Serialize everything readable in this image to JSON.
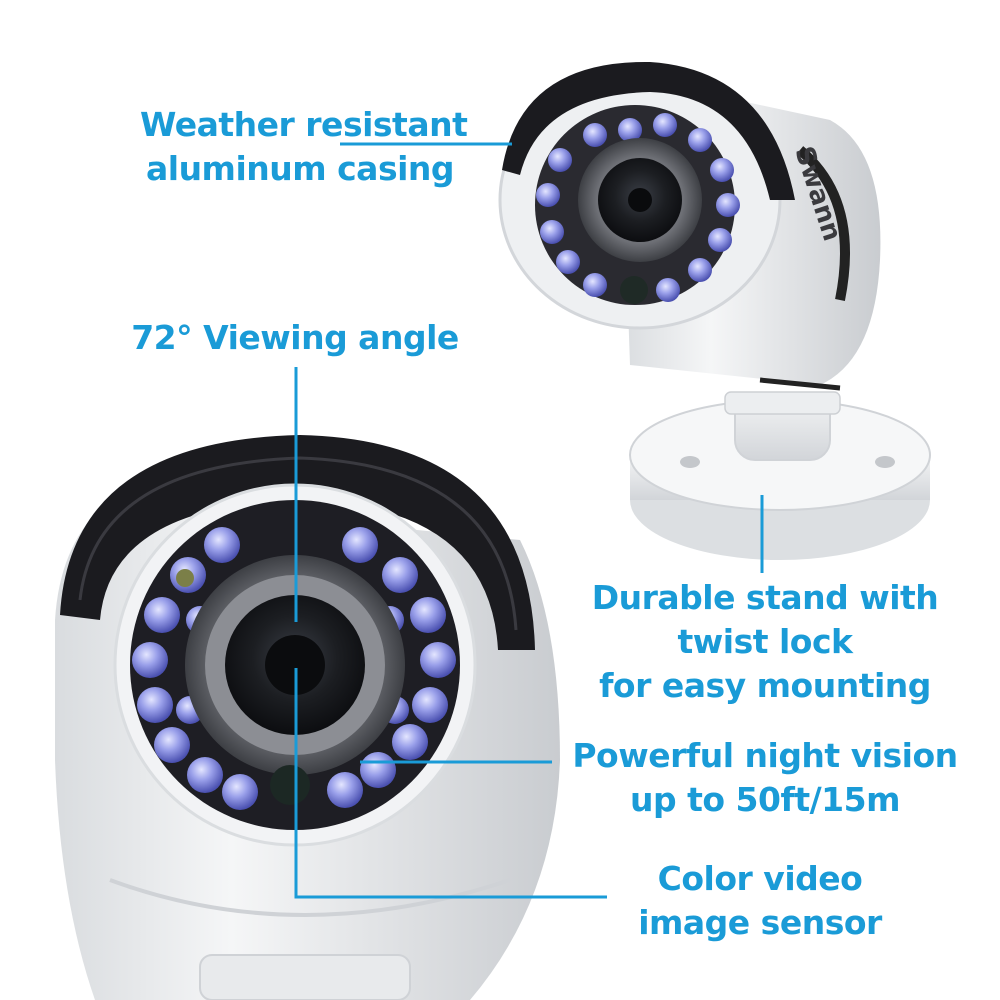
{
  "colors": {
    "accent": "#1a9bd7",
    "casing": "#eef0f2",
    "visor": "#1b1b1f",
    "ir_led": "#8f96e0"
  },
  "brand": {
    "logo_text": "Swann"
  },
  "callouts": {
    "casing": {
      "line1": "Weather resistant",
      "line2": "aluminum casing"
    },
    "viewing_angle": {
      "line1": "72° Viewing angle"
    },
    "stand": {
      "line1": "Durable stand with",
      "line2": "twist lock",
      "line3": "for easy mounting"
    },
    "night_vision": {
      "line1": "Powerful night vision",
      "line2": "up to 50ft/15m"
    },
    "sensor": {
      "line1": "Color video",
      "line2": "image sensor"
    }
  }
}
